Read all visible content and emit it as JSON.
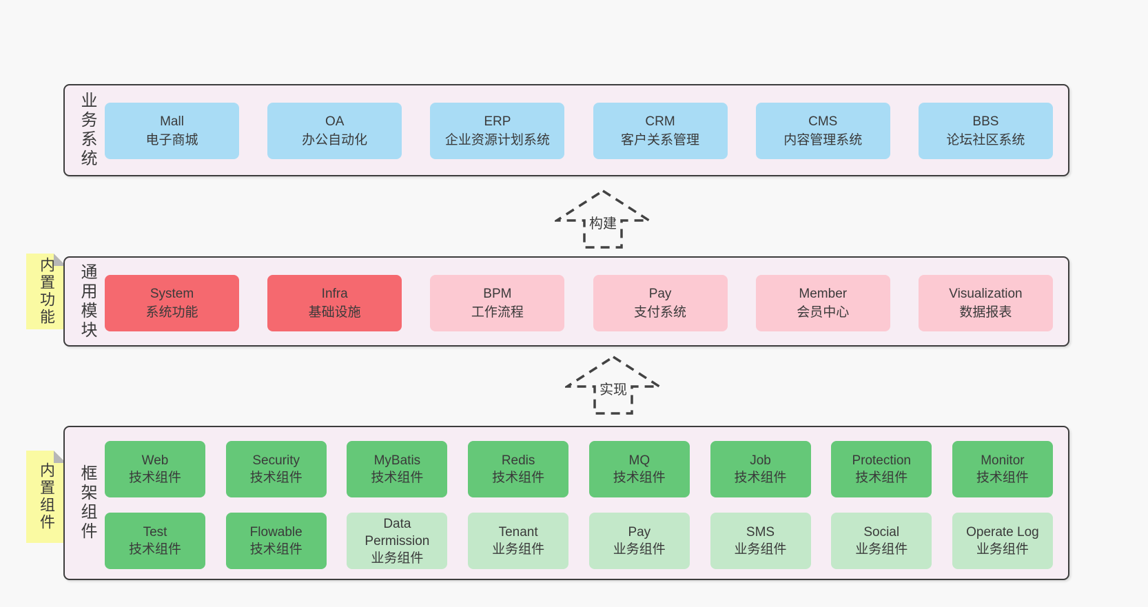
{
  "palette": {
    "canvas": "#f8f8f8",
    "container_bg": "#f7edf4",
    "container_border": "#3c3c3c",
    "blue_node": "#a9dcf5",
    "red_node": "#f5696f",
    "pink_node": "#fcc9d2",
    "green_node": "#65c878",
    "light_green_node": "#c3e8c9",
    "sticky_yellow": "#fafaa2",
    "sticky_fold": "#b7b7b7",
    "text": "#3a3a3a"
  },
  "sections": [
    {
      "label": "业务系统",
      "boxes": [
        {
          "title": "Mall",
          "subtitle": "电子商城"
        },
        {
          "title": "OA",
          "subtitle": "办公自动化"
        },
        {
          "title": "ERP",
          "subtitle": "企业资源计划系统"
        },
        {
          "title": "CRM",
          "subtitle": "客户关系管理"
        },
        {
          "title": "CMS",
          "subtitle": "内容管理系统"
        },
        {
          "title": "BBS",
          "subtitle": "论坛社区系统"
        }
      ]
    },
    {
      "label": "通用模块",
      "sticky": "内置功能",
      "boxes": [
        {
          "title": "System",
          "subtitle": "系统功能"
        },
        {
          "title": "Infra",
          "subtitle": "基础设施"
        },
        {
          "title": "BPM",
          "subtitle": "工作流程"
        },
        {
          "title": "Pay",
          "subtitle": "支付系统"
        },
        {
          "title": "Member",
          "subtitle": "会员中心"
        },
        {
          "title": "Visualization",
          "subtitle": "数据报表"
        }
      ]
    },
    {
      "label": "框架组件",
      "sticky": "内置组件",
      "rows": [
        [
          {
            "title": "Web",
            "subtitle": "技术组件"
          },
          {
            "title": "Security",
            "subtitle": "技术组件"
          },
          {
            "title": "MyBatis",
            "subtitle": "技术组件"
          },
          {
            "title": "Redis",
            "subtitle": "技术组件"
          },
          {
            "title": "MQ",
            "subtitle": "技术组件"
          },
          {
            "title": "Job",
            "subtitle": "技术组件"
          },
          {
            "title": "Protection",
            "subtitle": "技术组件"
          },
          {
            "title": "Monitor",
            "subtitle": "技术组件"
          }
        ],
        [
          {
            "title": "Test",
            "subtitle": "技术组件"
          },
          {
            "title": "Flowable",
            "subtitle": "技术组件"
          },
          {
            "title": "Data Permission",
            "subtitle": "业务组件"
          },
          {
            "title": "Tenant",
            "subtitle": "业务组件"
          },
          {
            "title": "Pay",
            "subtitle": "业务组件"
          },
          {
            "title": "SMS",
            "subtitle": "业务组件"
          },
          {
            "title": "Social",
            "subtitle": "业务组件"
          },
          {
            "title": "Operate Log",
            "subtitle": "业务组件"
          }
        ]
      ]
    }
  ],
  "arrows": [
    {
      "label": "构建"
    },
    {
      "label": "实现"
    }
  ]
}
